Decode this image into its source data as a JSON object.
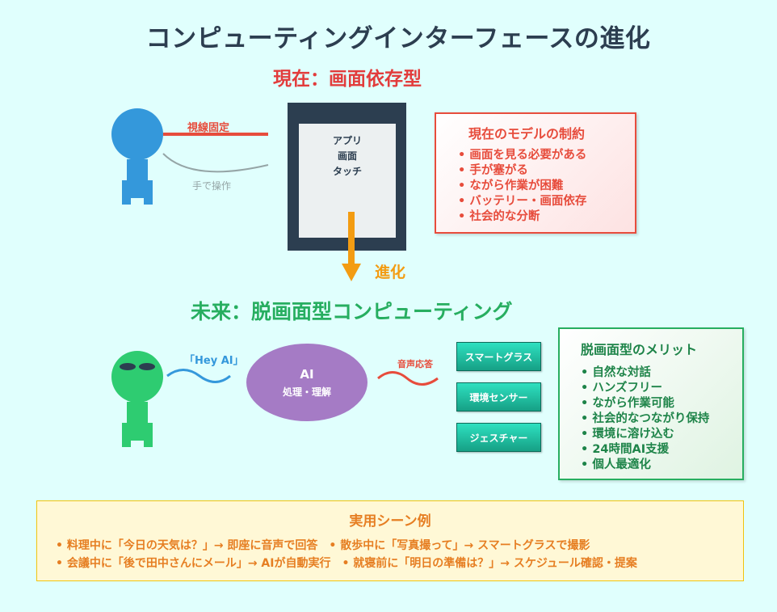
{
  "title": "コンピューティングインターフェースの進化",
  "current": {
    "heading": "現在：画面依存型",
    "gaze_label": "視線固定",
    "hand_label": "手で操作",
    "device_lines": [
      "アプリ",
      "画面",
      "タッチ"
    ],
    "constraints": {
      "title": "現在のモデルの制約",
      "items": [
        "• 画面を見る必要がある",
        "• 手が塞がる",
        "• ながら作業が困難",
        "• バッテリー・画面依存",
        "• 社会的な分断"
      ]
    }
  },
  "evolution_label": "進化",
  "future": {
    "heading": "未来：脱画面型コンピューティング",
    "voice_input": "「Hey AI」",
    "ai_title": "AI",
    "ai_subtitle": "処理・理解",
    "voice_response": "音声応答",
    "devices": [
      "スマートグラス",
      "環境センサー",
      "ジェスチャー"
    ],
    "merits": {
      "title": "脱画面型のメリット",
      "items": [
        "• 自然な対話",
        "• ハンズフリー",
        "• ながら作業可能",
        "• 社会的なつながり保持",
        "• 環境に溶け込む",
        "• 24時間AI支援",
        "• 個人最適化"
      ]
    }
  },
  "use_cases": {
    "title": "実用シーン例",
    "lines": [
      "• 料理中に「今日の天気は？」→ 即座に音声で回答　• 散歩中に「写真撮って」→ スマートグラスで撮影",
      "• 会議中に「後で田中さんにメール」→ AIが自動実行　• 就寝前に「明日の準備は？」→ スケジュール確認・提案"
    ]
  },
  "colors": {
    "background": "#e0fffd",
    "current": "#e74c3c",
    "future": "#27ae60",
    "arrow": "#f39c12",
    "ai": "#a57bc5",
    "device": "#16a085",
    "person_current": "#3498db",
    "person_future": "#2ecc71"
  }
}
